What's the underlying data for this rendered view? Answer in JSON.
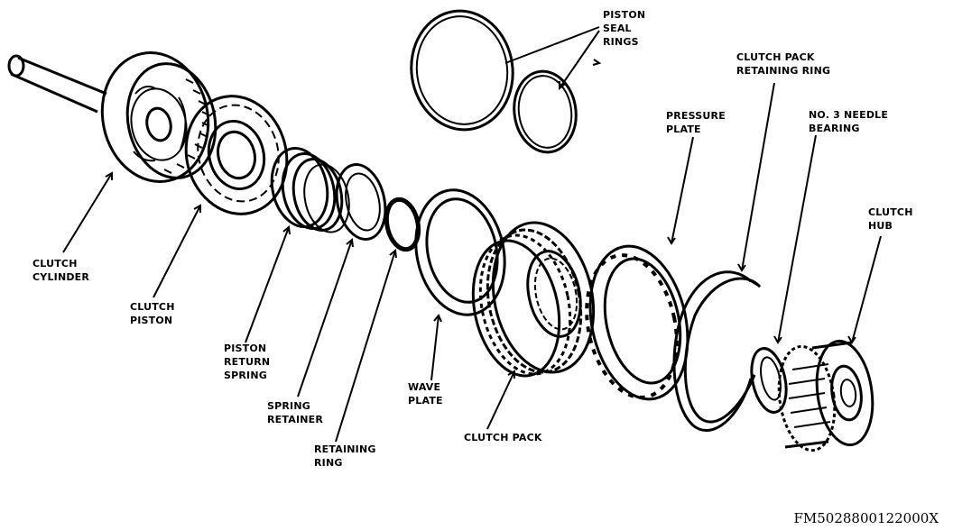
{
  "labels": {
    "piston_seal_rings": [
      "PISTON",
      "SEAL",
      "RINGS"
    ],
    "clutch_pack_retaining_ring": [
      "CLUTCH PACK",
      "RETAINING RING"
    ],
    "pressure_plate": [
      "PRESSURE",
      "PLATE"
    ],
    "needle_bearing": [
      "NO. 3 NEEDLE",
      "BEARING"
    ],
    "clutch_hub": [
      "CLUTCH",
      "HUB"
    ],
    "clutch_cylinder": [
      "CLUTCH",
      "CYLINDER"
    ],
    "clutch_piston": [
      "CLUTCH",
      "PISTON"
    ],
    "piston_return_spring": [
      "PISTON",
      "RETURN",
      "SPRING"
    ],
    "spring_retainer": [
      "SPRING",
      "RETAINER"
    ],
    "retaining_ring": [
      "RETAINING",
      "RING"
    ],
    "wave_plate": [
      "WAVE",
      "PLATE"
    ],
    "clutch_pack": [
      "CLUTCH PACK"
    ]
  },
  "figure_code": "FM5028800122000X"
}
